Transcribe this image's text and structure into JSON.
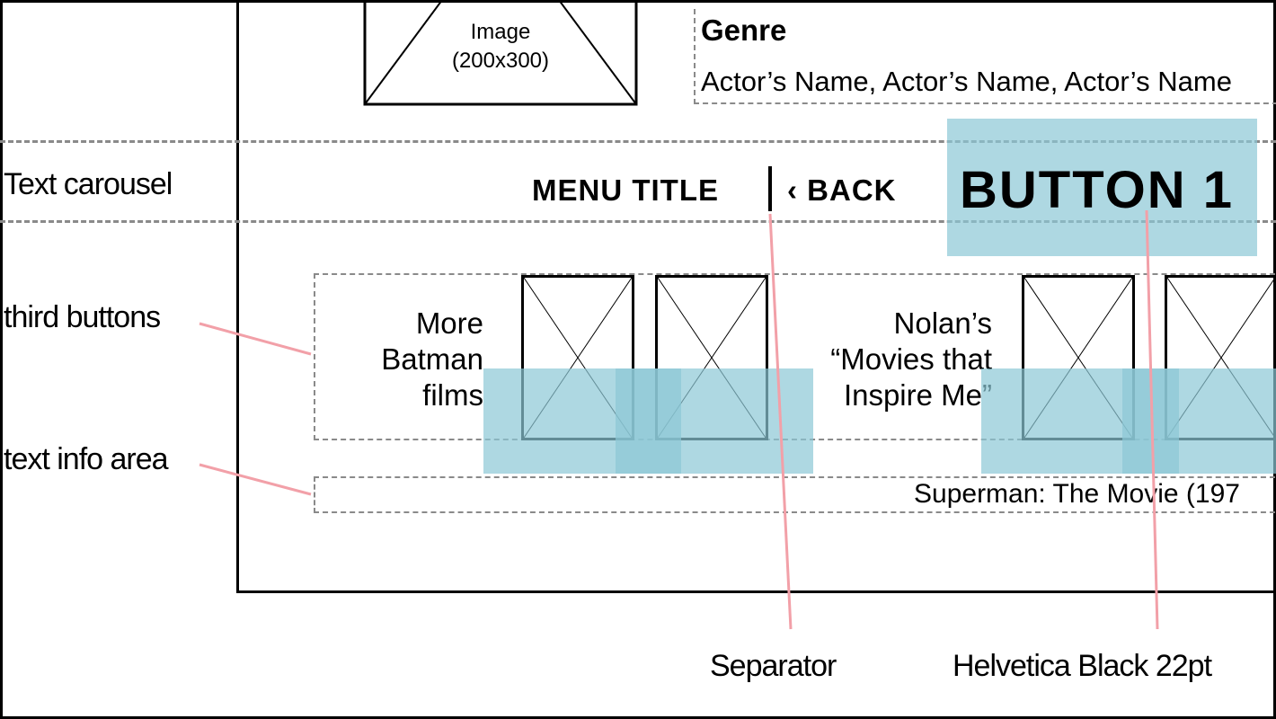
{
  "header": {
    "image_placeholder": {
      "line1": "Image",
      "line2": "(200x300)"
    },
    "genre": "Genre",
    "actors": "Actor’s Name, Actor’s Name, Actor’s Name"
  },
  "carousel": {
    "menu_title": "MENU TITLE",
    "back_label": "‹ BACK",
    "button1": "BUTTON 1"
  },
  "rows": [
    {
      "label_lines": [
        "More",
        "Batman",
        "films"
      ]
    },
    {
      "label_lines": [
        "Nolan’s",
        "“Movies that",
        "Inspire Me”"
      ]
    }
  ],
  "info_text": "Superman: The Movie (197",
  "annotations": {
    "left": [
      "Text carousel",
      "third buttons",
      "text info area"
    ],
    "bottom": [
      "Separator",
      "Helvetica Black 22pt"
    ]
  },
  "colors": {
    "highlight": "#8cc8d6",
    "callout_line": "#f2a0a8",
    "dashed": "#8a8a8a"
  }
}
